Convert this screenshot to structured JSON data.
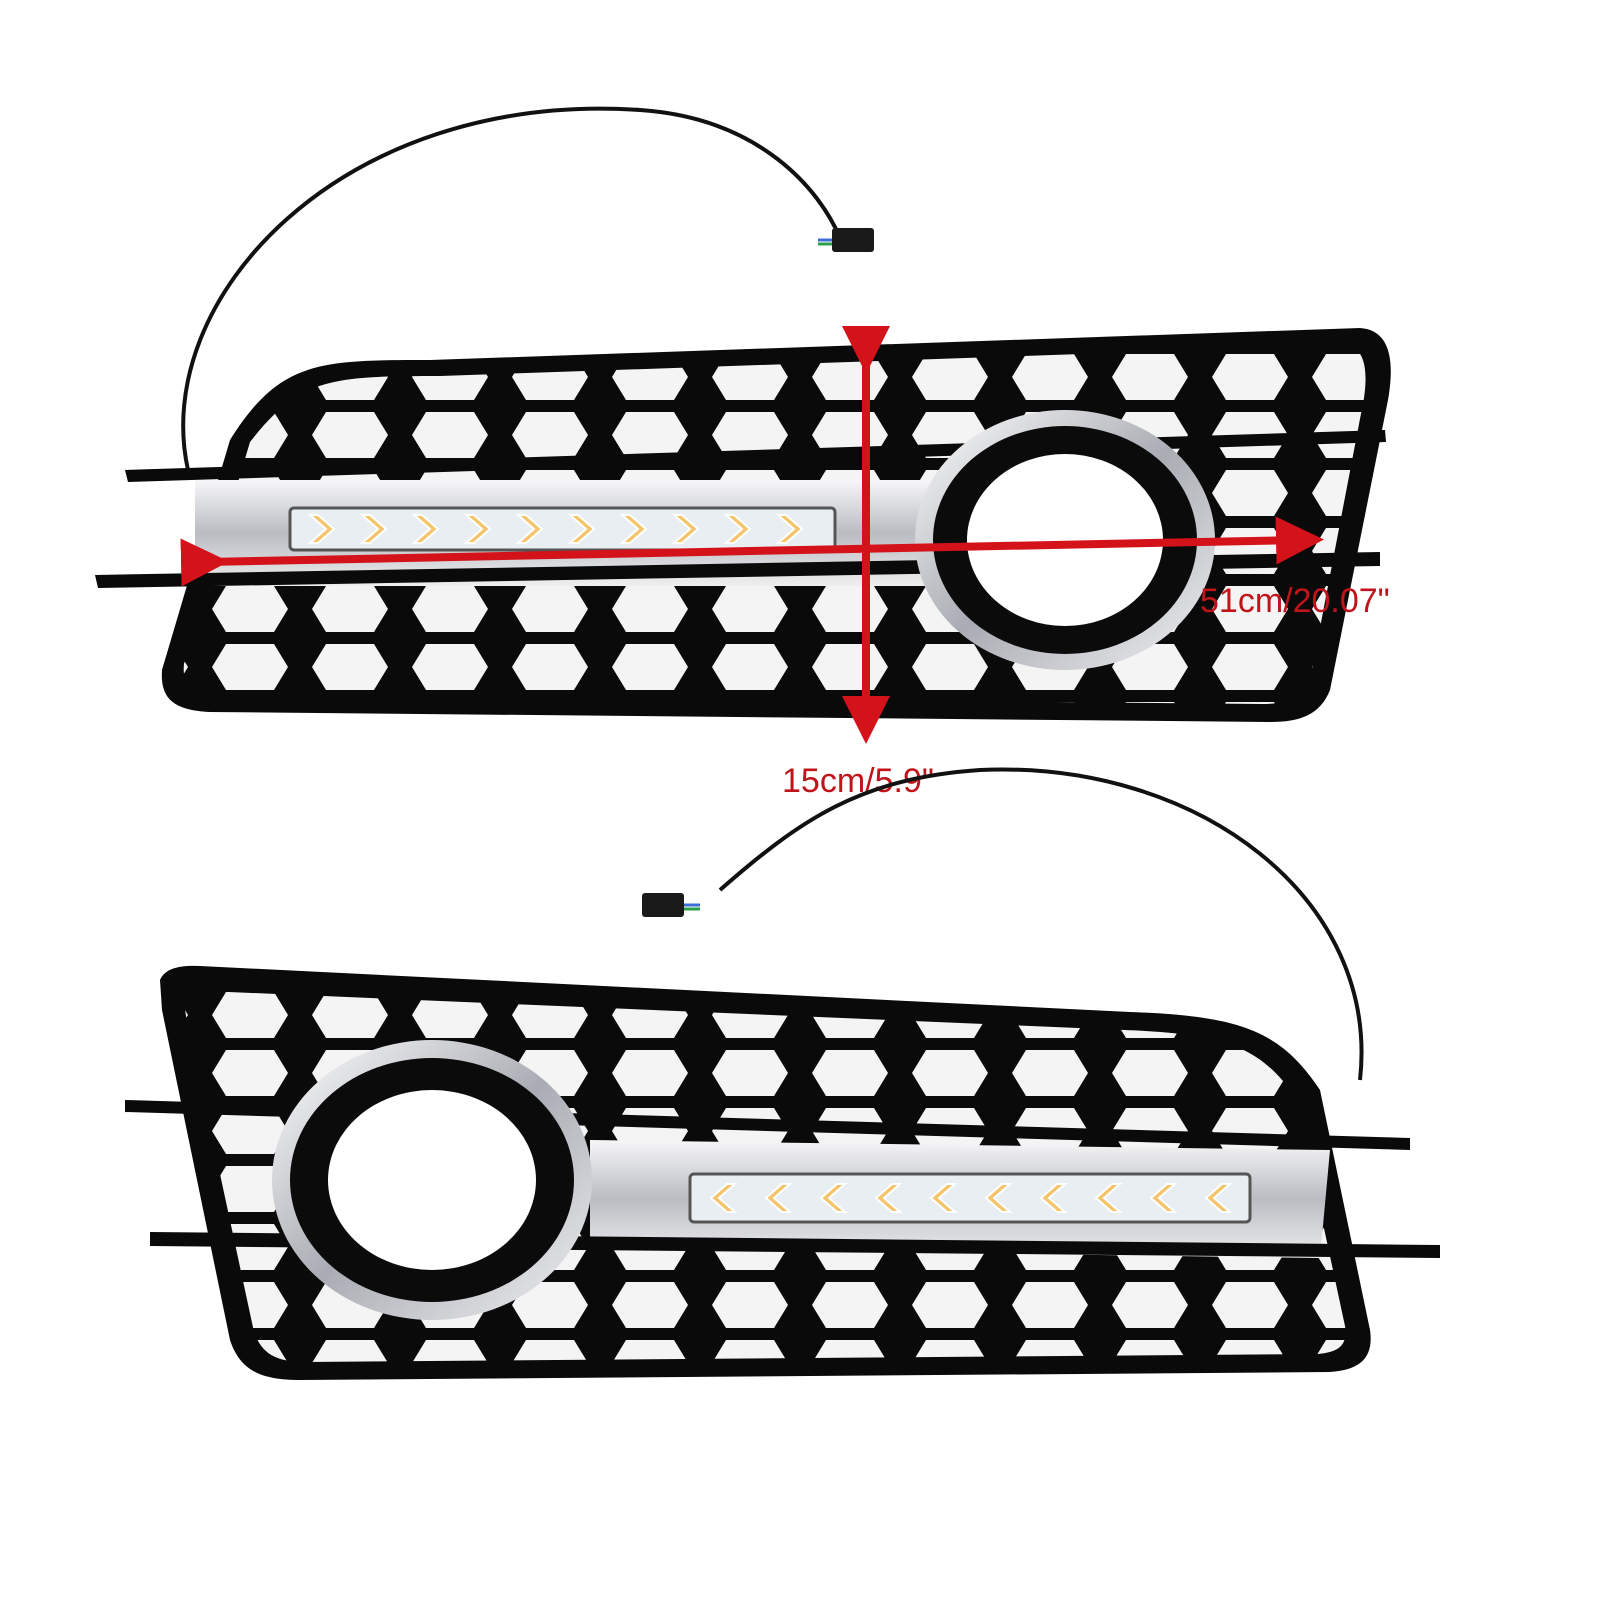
{
  "dimensions": {
    "width_label": "51cm/20.07\"",
    "height_label": "15cm/5.9\""
  },
  "colors": {
    "background": "#ffffff",
    "grille": "#0a0a0a",
    "chrome": "#d9d9dc",
    "led_strip": "#e8eef2",
    "dimension_arrow": "#d4121a"
  },
  "products": [
    {
      "name": "fog-light-grille-left",
      "orientation": "fog-lamp-right"
    },
    {
      "name": "fog-light-grille-right",
      "orientation": "fog-lamp-left"
    }
  ]
}
